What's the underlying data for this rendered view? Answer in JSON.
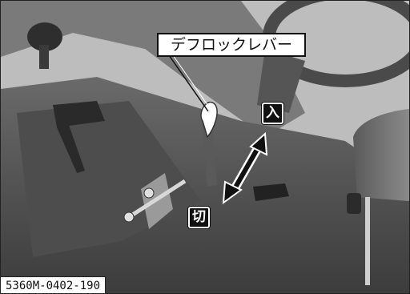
{
  "figure": {
    "callout_label": "デフロックレバー",
    "position_engaged": "入",
    "position_disengaged": "切",
    "figure_id": "5360M-0402-190"
  }
}
